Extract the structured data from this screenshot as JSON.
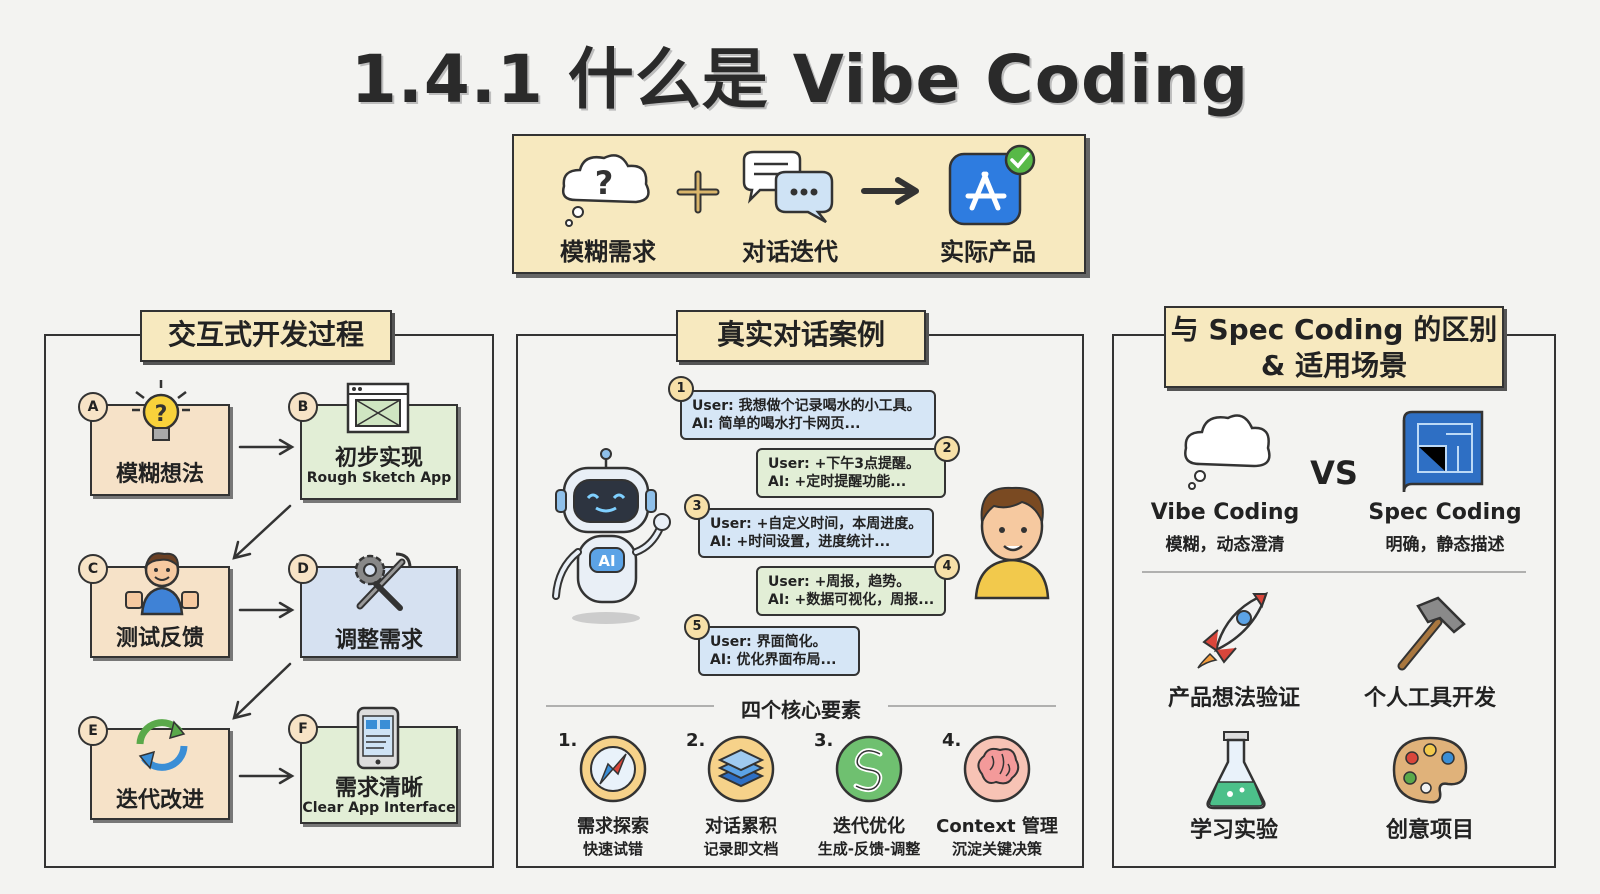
{
  "title": "1.4.1 什么是 Vibe Coding",
  "formula": {
    "items": [
      "模糊需求",
      "对话迭代",
      "实际产品"
    ]
  },
  "left_panel": {
    "title": "交互式开发过程",
    "steps": [
      {
        "badge": "A",
        "label": "模糊想法",
        "sub": ""
      },
      {
        "badge": "B",
        "label": "初步实现",
        "sub": "Rough Sketch App"
      },
      {
        "badge": "C",
        "label": "测试反馈",
        "sub": ""
      },
      {
        "badge": "D",
        "label": "调整需求",
        "sub": ""
      },
      {
        "badge": "E",
        "label": "迭代改进",
        "sub": ""
      },
      {
        "badge": "F",
        "label": "需求清晰",
        "sub": "Clear App Interface"
      }
    ],
    "colors": {
      "warm": "#f6e2c8",
      "green": "#e2eed6",
      "blue": "#d6e1f1"
    }
  },
  "middle_panel": {
    "title": "真实对话案例",
    "robot_label": "AI",
    "dialog": [
      {
        "num": "1",
        "user": "User: 我想做个记录喝水的小工具。",
        "ai": "AI: 简单的喝水打卡网页..."
      },
      {
        "num": "2",
        "user": "User: +下午3点提醒。",
        "ai": "AI: +定时提醒功能..."
      },
      {
        "num": "3",
        "user": "User: +自定义时间，本周进度。",
        "ai": "AI: +时间设置，进度统计..."
      },
      {
        "num": "4",
        "user": "User: +周报，趋势。",
        "ai": "AI: +数据可视化，周报..."
      },
      {
        "num": "5",
        "user": "User: 界面简化。",
        "ai": "AI: 优化界面布局..."
      }
    ],
    "elements_title": "四个核心要素",
    "elements": [
      {
        "num": "1.",
        "name": "需求探索",
        "desc": "快速试错",
        "icon": "compass-icon"
      },
      {
        "num": "2.",
        "name": "对话累积",
        "desc": "记录即文档",
        "icon": "layers-icon"
      },
      {
        "num": "3.",
        "name": "迭代优化",
        "desc": "生成-反馈-调整",
        "icon": "spiral-icon"
      },
      {
        "num": "4.",
        "name": "Context 管理",
        "desc": "沉淀关键决策",
        "icon": "brain-icon"
      }
    ]
  },
  "right_panel": {
    "title_line1": "与 Spec Coding 的区别",
    "title_line2": "& 适用场景",
    "vs": "VS",
    "vibe": {
      "name": "Vibe Coding",
      "desc": "模糊，动态澄清"
    },
    "spec": {
      "name": "Spec Coding",
      "desc": "明确，静态描述"
    },
    "scenarios": [
      {
        "label": "产品想法验证",
        "icon": "rocket-icon"
      },
      {
        "label": "个人工具开发",
        "icon": "hammer-icon"
      },
      {
        "label": "学习实验",
        "icon": "flask-icon"
      },
      {
        "label": "创意项目",
        "icon": "palette-icon"
      }
    ]
  }
}
